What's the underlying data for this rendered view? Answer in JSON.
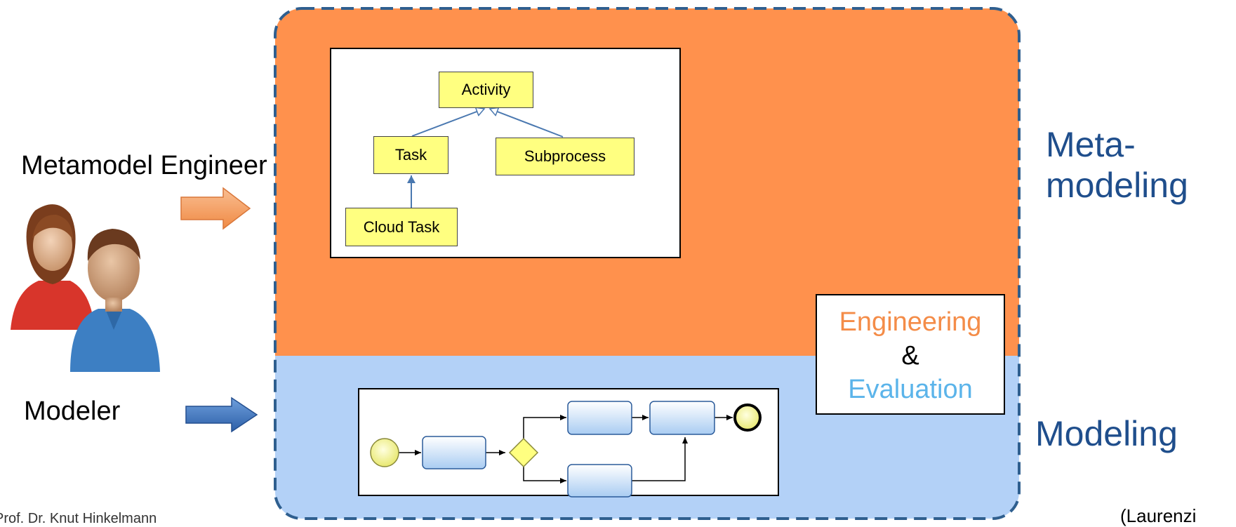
{
  "left": {
    "metamodel_engineer": "Metamodel Engineer",
    "modeler": "Modeler"
  },
  "right": {
    "metamodeling_line1": "Meta-",
    "metamodeling_line2": "modeling",
    "modeling": "Modeling"
  },
  "metamodel": {
    "classes": {
      "activity": "Activity",
      "task": "Task",
      "subprocess": "Subprocess",
      "cloud_task": "Cloud Task"
    }
  },
  "engineering": {
    "line1": "Engineering",
    "line2": "&",
    "line3": "Evaluation"
  },
  "footer": {
    "author": "Prof. Dr. Knut Hinkelmann",
    "citation": "(Laurenzi"
  },
  "colors": {
    "metamodeling_band": "#ff914d",
    "modeling_band": "#b3d1f7",
    "dash_border": "#2f5f8f",
    "class_fill": "#ffff80",
    "engineering_text": "#f48c48",
    "evaluation_text": "#5bb4ea",
    "label_blue": "#1f4e8c",
    "orange_arrow": "#f5a063",
    "blue_arrow": "#3d6fb8"
  },
  "icons": {
    "people": "two-people-icon"
  }
}
